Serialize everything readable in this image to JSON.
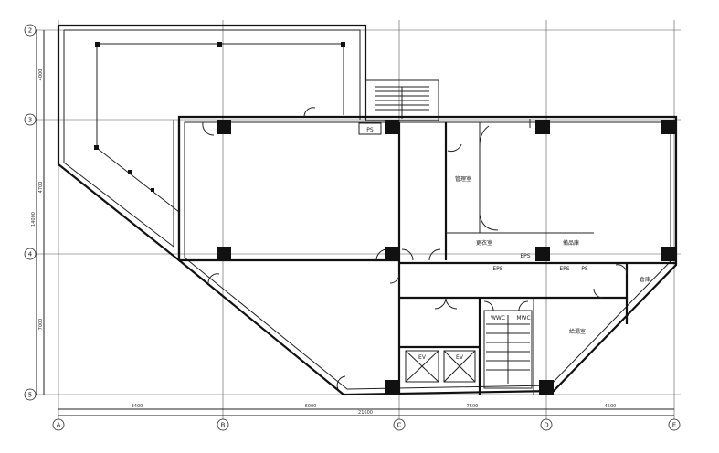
{
  "grid_columns": [
    "A",
    "B",
    "C",
    "D",
    "E"
  ],
  "grid_rows": [
    "2",
    "3",
    "4",
    "5"
  ],
  "dimensions": {
    "bottom_spans": [
      "3400",
      "6000",
      "7500",
      "4500"
    ],
    "bottom_total": "21600",
    "left_spans": [
      "4000",
      "4700",
      "7000"
    ],
    "left_total": "14000"
  },
  "rooms": {
    "ps": "PS",
    "eps_1": "EPS",
    "eps_2": "EPS",
    "eps_3": "EPS",
    "ps_2": "PS",
    "mwc": "MWC",
    "wwc": "WWC",
    "ev": "EV",
    "kitchen": "給湯室",
    "storage": "倉庫",
    "room_a": "管理室",
    "room_b": "更衣室",
    "room_c": "備品庫"
  }
}
